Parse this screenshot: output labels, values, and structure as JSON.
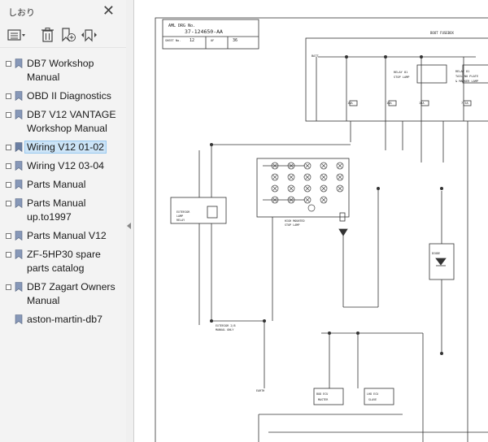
{
  "sidebar": {
    "title": "しおり",
    "close_icon": "close-icon",
    "toolbar": [
      "options-menu-icon",
      "delete-bookmark-icon",
      "new-bookmark-icon",
      "expand-bookmark-icon"
    ],
    "items": [
      {
        "label": "DB7 Workshop Manual",
        "lines": [
          "DB7 Workshop",
          "Manual"
        ],
        "expandable": true,
        "selected": false
      },
      {
        "label": "OBD II Diagnostics",
        "lines": [
          "OBD II Diagnostics"
        ],
        "expandable": true,
        "selected": false
      },
      {
        "label": "DB7 V12 VANTAGE Workshop Manual",
        "lines": [
          "DB7 V12 VANTAGE",
          "Workshop Manual"
        ],
        "expandable": true,
        "selected": false
      },
      {
        "label": "Wiring V12 01-02",
        "lines": [
          "Wiring V12 01-02"
        ],
        "expandable": true,
        "selected": true
      },
      {
        "label": "Wiring V12 03-04",
        "lines": [
          "Wiring V12 03-04"
        ],
        "expandable": true,
        "selected": false
      },
      {
        "label": "Parts Manual",
        "lines": [
          "Parts Manual"
        ],
        "expandable": true,
        "selected": false
      },
      {
        "label": "Parts Manual up.to1997",
        "lines": [
          "Parts Manual",
          "up.to1997"
        ],
        "expandable": true,
        "selected": false
      },
      {
        "label": "Parts Manual V12",
        "lines": [
          "Parts Manual V12"
        ],
        "expandable": true,
        "selected": false
      },
      {
        "label": "ZF-5HP30 spare parts catalog",
        "lines": [
          "ZF-5HP30 spare",
          "parts catalog"
        ],
        "expandable": true,
        "selected": false
      },
      {
        "label": "DB7 Zagart Owners Manual",
        "lines": [
          "DB7 Zagart Owners",
          "Manual"
        ],
        "expandable": true,
        "selected": false
      },
      {
        "label": "aston-martin-db7",
        "lines": [
          "aston-martin-db7"
        ],
        "expandable": false,
        "selected": false
      }
    ]
  },
  "document": {
    "title_block": {
      "dwg_label": "AML DRG No.",
      "drawing_number": "37-124650-AA",
      "sheet_label": "SHEET No.",
      "sheet_value": "12",
      "of_label": "OF",
      "of_value": "36"
    },
    "labels": {
      "boot_fusebox": "BOOT FUSEBOX",
      "relay_81_stop": [
        "RELAY 81",
        "STOP LAMP"
      ],
      "relay_81_right": [
        "RELAY 81",
        "TAIL NO PLATE",
        "& MARKER LAMP"
      ],
      "exterior_lamp_relay": [
        "EXTERIOR",
        "LAMP",
        "RELAY"
      ],
      "high_mount_stop_lamp": [
        "HIGH MOUNTED",
        "STOP LAMP"
      ],
      "diode": "DIODE",
      "manual_only": [
        "EXTERIOR 2/8",
        "MANUAL ONLY"
      ],
      "body_ecu_master": [
        "BOD ECU",
        "MASTER"
      ],
      "lhd_ecu_slave": [
        "LHD ECU",
        "SLAVE"
      ],
      "gnd_left": "EARTH",
      "batt": "BATT",
      "fuses": [
        "10A",
        "10A",
        "10A",
        "7.5A"
      ]
    }
  }
}
